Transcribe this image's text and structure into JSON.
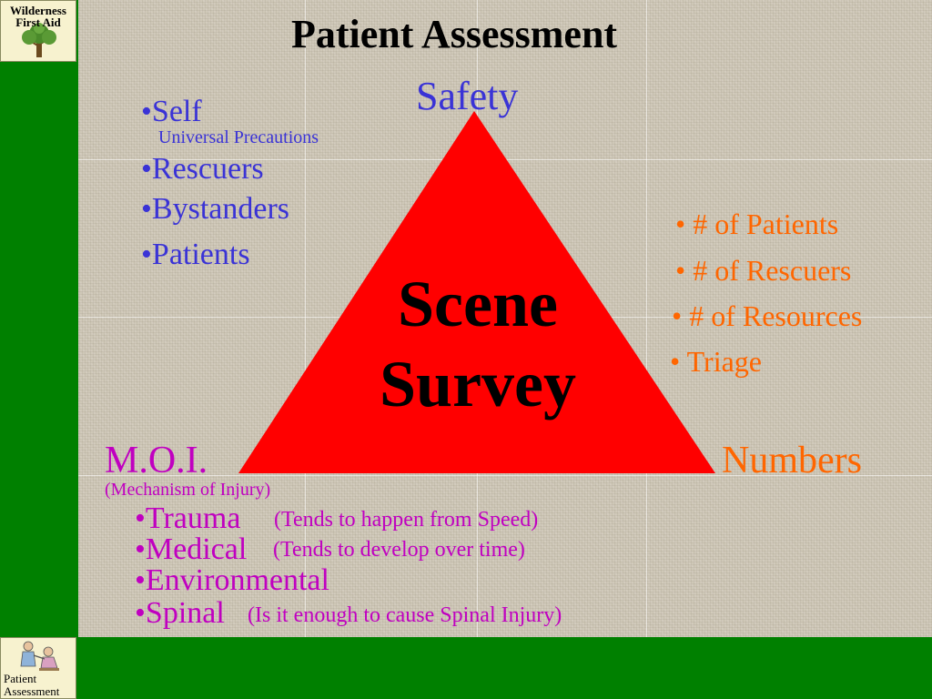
{
  "logo": {
    "line1": "Wilderness",
    "line2": "First Aid",
    "icon": "tree-icon"
  },
  "title": "Patient Assessment",
  "triangle": {
    "top_label": "Safety",
    "left_label": "M.O.I.",
    "left_sublabel": "(Mechanism of Injury)",
    "right_label": "Numbers",
    "center_line1": "Scene",
    "center_line2": "Survey",
    "fill_color": "#ff0000"
  },
  "safety_items": [
    {
      "label": "•Self",
      "note": "Universal Precautions"
    },
    {
      "label": "•Rescuers"
    },
    {
      "label": "•Bystanders"
    },
    {
      "label": "•Patients"
    }
  ],
  "numbers_items": [
    "•  # of Patients",
    "•  # of Rescuers",
    "•  # of Resources",
    "• Triage"
  ],
  "moi_items": [
    {
      "label": "•Trauma",
      "note": "(Tends to happen from Speed)"
    },
    {
      "label": "•Medical",
      "note": "(Tends to develop over time)"
    },
    {
      "label": "•Environmental",
      "note": ""
    },
    {
      "label": "•Spinal",
      "note": "(Is it enough to cause Spinal Injury)"
    }
  ],
  "footer": {
    "line1": "Patient",
    "line2": "Assessment",
    "icon": "patient-care-icon"
  },
  "colors": {
    "green": "#008000",
    "blue_text": "#3a33d6",
    "orange_text": "#ff6600",
    "magenta_text": "#c000c0",
    "triangle_red": "#ff0000"
  }
}
